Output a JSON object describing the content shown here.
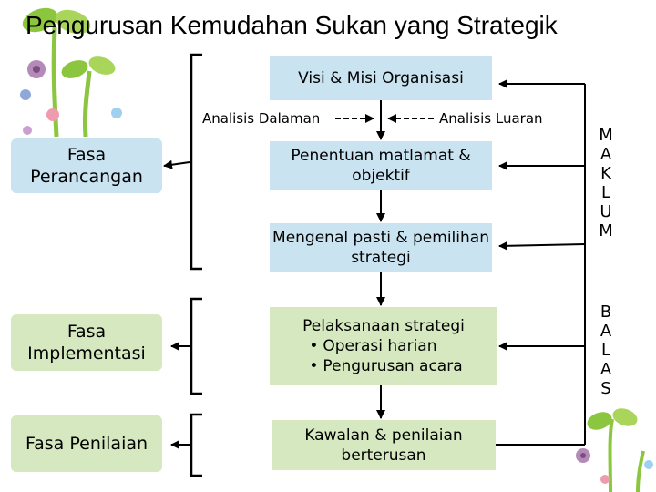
{
  "title": "Pengurusan Kemudahan Sukan yang Strategik",
  "phases": [
    "Fasa Perancangan",
    "Fasa Implementasi",
    "Fasa Penilaian"
  ],
  "steps": {
    "visi": "Visi & Misi Organisasi",
    "matlamat": "Penentuan matlamat & objektif",
    "strategi": "Mengenal pasti & pemilihan strategi",
    "pelaksanaan": "Pelaksanaan strategi",
    "pelaksanaan_items": [
      "Operasi harian",
      "Pengurusan acara"
    ],
    "kawalan": "Kawalan & penilaian berterusan"
  },
  "analysis": {
    "dalaman": "Analisis Dalaman",
    "luaran": "Analisis Luaran"
  },
  "feedback": {
    "maklum": [
      "M",
      "A",
      "K",
      "L",
      "U",
      "M"
    ],
    "balas": [
      "B",
      "A",
      "L",
      "A",
      "S"
    ]
  },
  "colors": {
    "blue": "#c9e3f1",
    "green": "#d5e8bf"
  }
}
